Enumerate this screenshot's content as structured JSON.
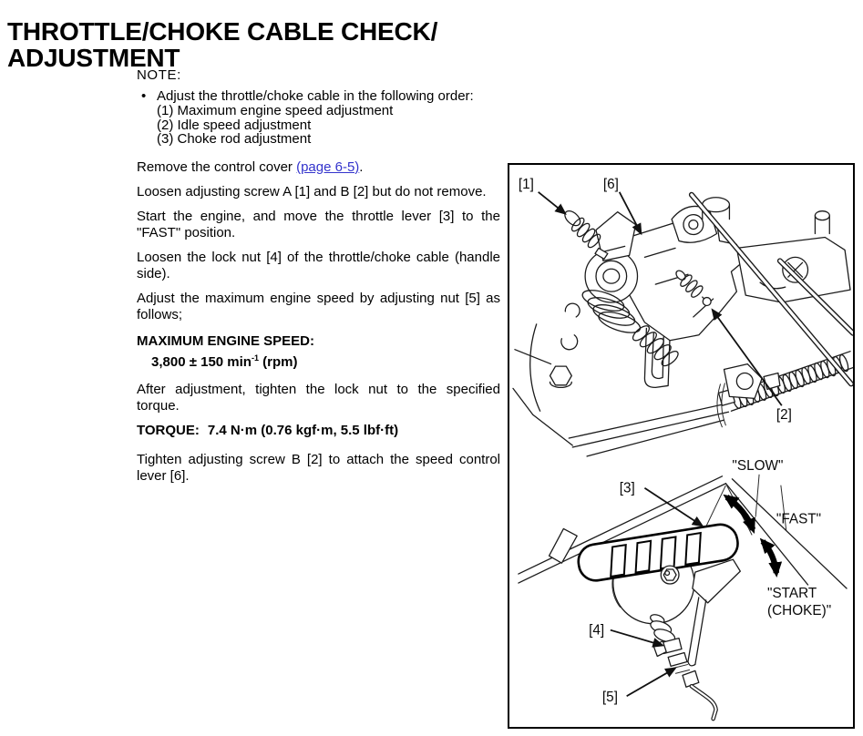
{
  "title": {
    "line1": "THROTTLE/CHOKE CABLE CHECK/",
    "line2": "ADJUSTMENT"
  },
  "note": {
    "label": "NOTE:",
    "bullet": "•",
    "intro": "Adjust the throttle/choke cable in the following order:",
    "steps": [
      "(1) Maximum engine speed adjustment",
      "(2) Idle speed adjustment",
      "(3) Choke rod adjustment"
    ]
  },
  "paragraphs": {
    "remove_cover": {
      "pre": "Remove the control cover ",
      "link": "(page 6-5)",
      "post": "."
    },
    "loosen_screws": "Loosen adjusting screw A [1] and B [2] but do not remove.",
    "start_engine": "Start the engine, and move the throttle lever [3] to the \"FAST\" position.",
    "loosen_lock_nut": "Loosen the lock nut [4] of the throttle/choke cable (handle side).",
    "adjust_speed": "Adjust the maximum engine speed by adjusting nut [5] as follows;",
    "after_adjustment": "After adjustment, tighten the lock nut to the specified torque.",
    "tighten_screw": "Tighten adjusting screw B [2] to attach the speed control lever [6]."
  },
  "spec": {
    "label": "MAXIMUM ENGINE SPEED:",
    "value_main": "3,800 ± 150 min",
    "value_sup": "-1",
    "value_unit": " (rpm)"
  },
  "torque": {
    "label": "TORQUE:",
    "value": "7.4 N·m (0.76 kgf·m, 5.5 lbf·ft)"
  },
  "figure": {
    "callouts": {
      "c1": "[1]",
      "c2": "[2]",
      "c3": "[3]",
      "c4": "[4]",
      "c5": "[5]",
      "c6": "[6]"
    },
    "positions": {
      "slow": "\"SLOW\"",
      "fast": "\"FAST\"",
      "start_line1": "\"START",
      "start_line2": "(CHOKE)\""
    }
  },
  "colors": {
    "ink": "#000000",
    "link": "#3333cc"
  }
}
